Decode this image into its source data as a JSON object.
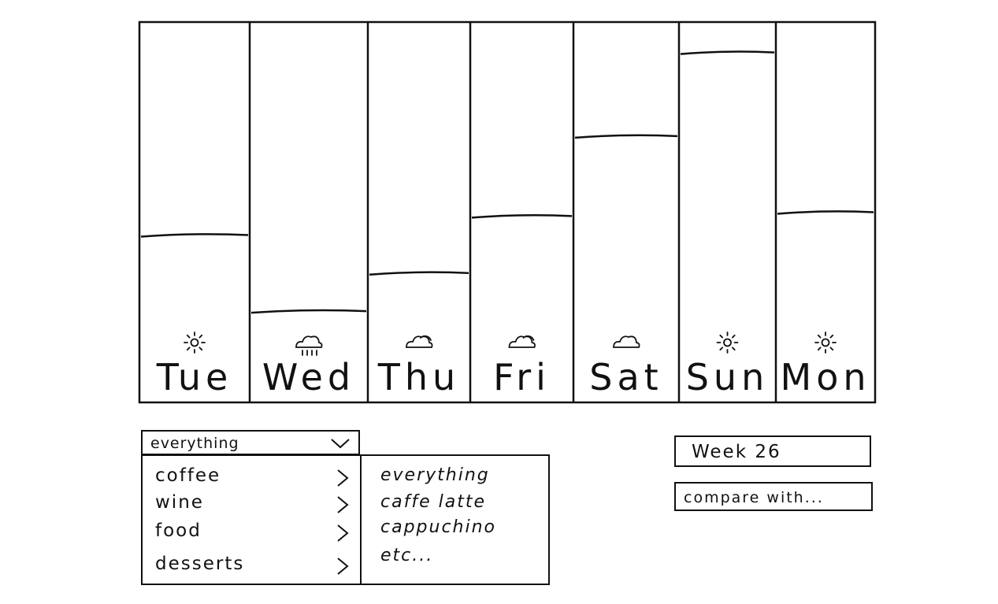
{
  "chart_data": {
    "type": "bar",
    "title": "",
    "xlabel": "",
    "ylabel": "",
    "categories": [
      "Tue",
      "Wed",
      "Thu",
      "Fri",
      "Sat",
      "Sun",
      "Mon"
    ],
    "weather": [
      "sun-icon",
      "rain-cloud-icon",
      "partly-cloudy-icon",
      "partly-cloudy-icon",
      "cloud-icon",
      "sun-icon",
      "sun-icon"
    ],
    "values": [
      0.44,
      0.24,
      0.34,
      0.49,
      0.7,
      0.92,
      0.5
    ],
    "ylim": [
      0,
      1
    ],
    "grid": false,
    "legend": "none"
  },
  "filter": {
    "selected": "everything",
    "categories": [
      {
        "label": "coffee",
        "arrow": ">"
      },
      {
        "label": "wine",
        "arrow": ">"
      },
      {
        "label": "food",
        "arrow": ">"
      },
      {
        "label": "desserts",
        "arrow": ">"
      }
    ],
    "subitems": [
      "everything",
      "caffe latte",
      "cappuchino",
      "etc..."
    ]
  },
  "week": {
    "label": "Week 26",
    "compare_label": "compare with..."
  },
  "colors": {
    "ink": "#111111",
    "paper": "#ffffff"
  }
}
